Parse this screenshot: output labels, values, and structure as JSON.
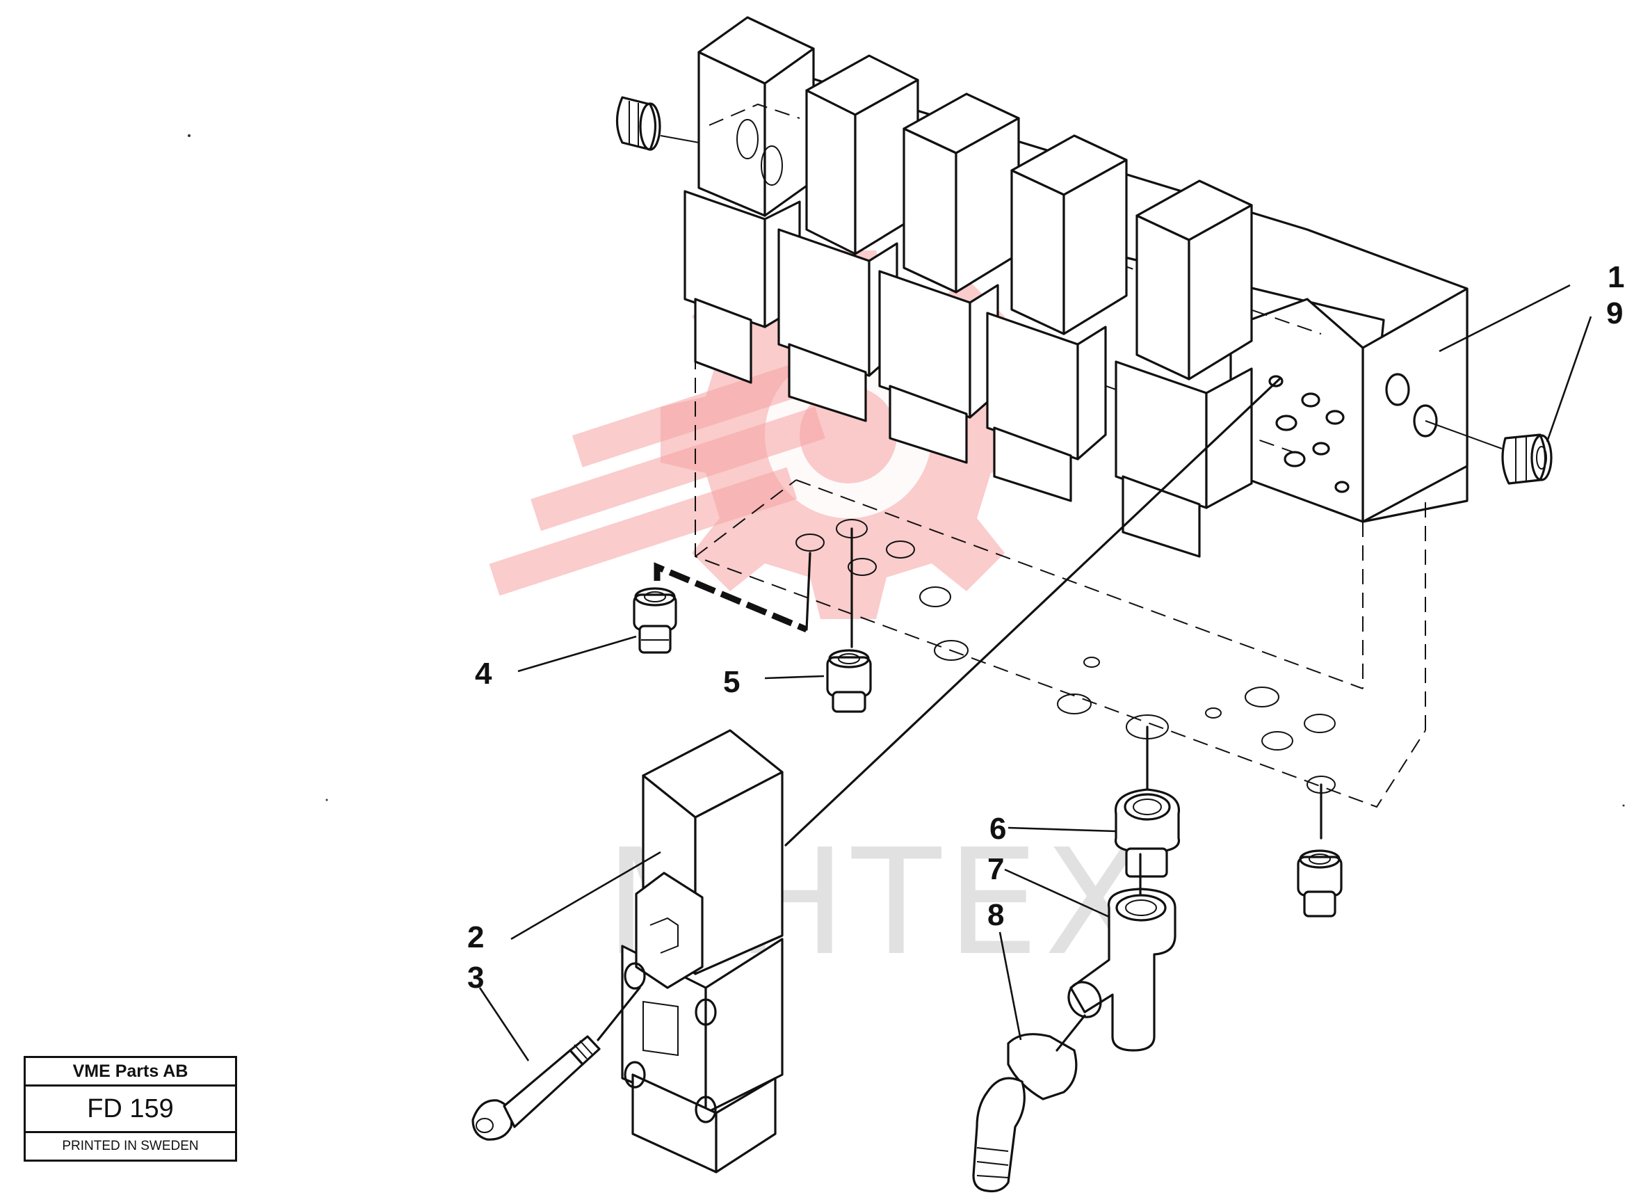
{
  "callouts": {
    "c1": "1",
    "c9": "9",
    "c4": "4",
    "c5": "5",
    "c6": "6",
    "c7": "7",
    "c8": "8",
    "c2": "2",
    "c3": "3"
  },
  "watermark": {
    "text": "MHTEX",
    "logo_icon": "gear-logo-icon"
  },
  "title_block": {
    "company": "VME Parts AB",
    "code": "FD 159",
    "printed": "PRINTED IN SWEDEN"
  },
  "colors": {
    "line": "#111111",
    "watermark_logo": "#f5a3a3",
    "watermark_text": "#c9c9c9"
  }
}
